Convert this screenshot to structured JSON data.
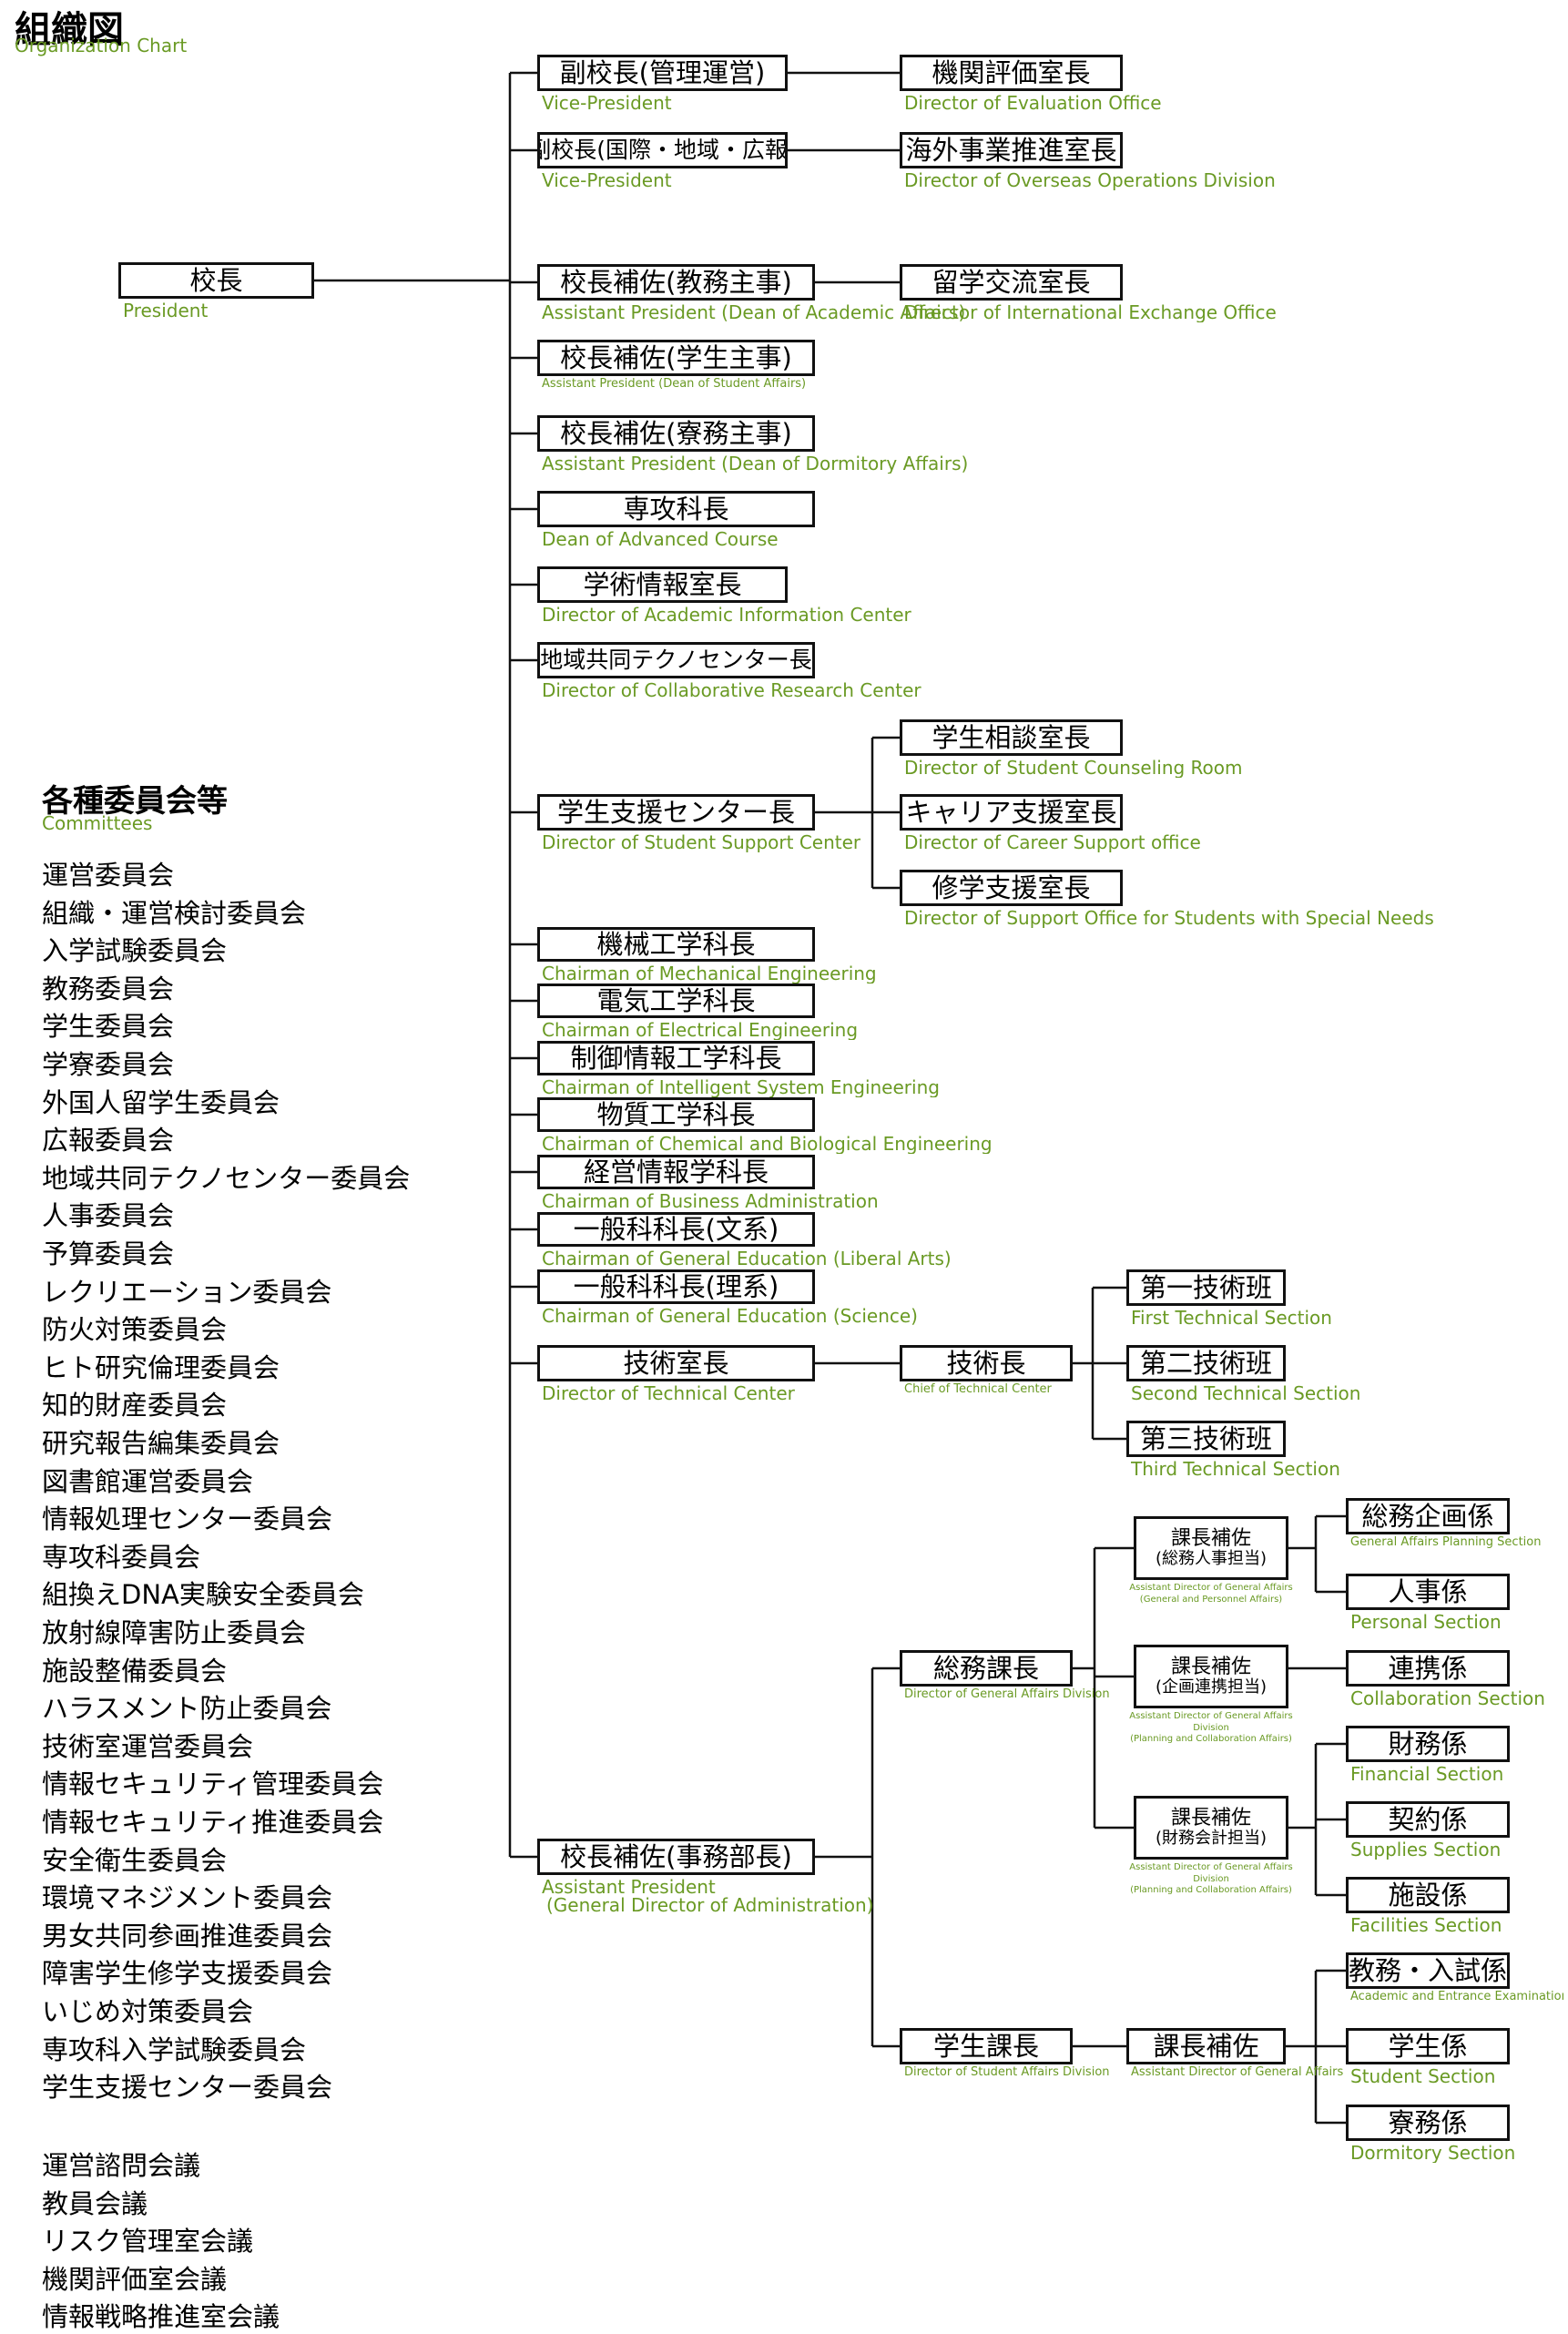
{
  "title": "組織図",
  "title_en": "Organization Chart",
  "nodes": {
    "president": {
      "ja": "校長",
      "en": "President"
    },
    "vp1": {
      "ja": "副校長(管理運営)",
      "en": "Vice-President"
    },
    "vp2": {
      "ja": "副校長(国際・地域・広報)",
      "en": "Vice-President"
    },
    "ap_academic": {
      "ja": "校長補佐(教務主事)",
      "en": "Assistant President (Dean of Academic Affairs)"
    },
    "ap_student": {
      "ja": "校長補佐(学生主事)",
      "en": "Assistant President (Dean of Student Affairs)"
    },
    "ap_dorm": {
      "ja": "校長補佐(寮務主事)",
      "en": "Assistant President (Dean of Dormitory Affairs)"
    },
    "adv_course": {
      "ja": "専攻科長",
      "en": "Dean of Advanced Course"
    },
    "acad_info": {
      "ja": "学術情報室長",
      "en": "Director of Academic Information Center"
    },
    "collab": {
      "ja": "地域共同テクノセンター長",
      "en": "Director of Collaborative Research Center"
    },
    "ssc": {
      "ja": "学生支援センター長",
      "en": "Director of Student Support Center"
    },
    "mech": {
      "ja": "機械工学科長",
      "en": "Chairman of Mechanical Engineering"
    },
    "elec": {
      "ja": "電気工学科長",
      "en": "Chairman of Electrical Engineering"
    },
    "ctrl": {
      "ja": "制御情報工学科長",
      "en": "Chairman of Intelligent System Engineering"
    },
    "chem": {
      "ja": "物質工学科長",
      "en": "Chairman of Chemical and Biological Engineering"
    },
    "biz": {
      "ja": "経営情報学科長",
      "en": "Chairman of Business Administration"
    },
    "gen_lib": {
      "ja": "一般科科長(文系)",
      "en": "Chairman of General Education (Liberal Arts)"
    },
    "gen_sci": {
      "ja": "一般科科長(理系)",
      "en": "Chairman of General Education (Science)"
    },
    "tech_center": {
      "ja": "技術室長",
      "en": "Director of Technical Center"
    },
    "ap_admin": {
      "ja": "校長補佐(事務部長)",
      "en": "Assistant President",
      "en2": "(General Director of Administration)"
    },
    "eval": {
      "ja": "機関評価室長",
      "en": "Director of Evaluation Office"
    },
    "overseas": {
      "ja": "海外事業推進室長",
      "en": "Director of Overseas Operations Division"
    },
    "intl": {
      "ja": "留学交流室長",
      "en": "Director of International Exchange Office"
    },
    "counsel": {
      "ja": "学生相談室長",
      "en": "Director of  Student Counseling Room"
    },
    "career": {
      "ja": "キャリア支援室長",
      "en": "Director of Career Support office"
    },
    "special": {
      "ja": "修学支援室長",
      "en": "Director of Support Office for Students with Special Needs"
    },
    "tech_chief": {
      "ja": "技術長",
      "en": "Chief of Technical Center"
    },
    "ts1": {
      "ja": "第一技術班",
      "en": "First Technical Section"
    },
    "ts2": {
      "ja": "第二技術班",
      "en": "Second Technical Section"
    },
    "ts3": {
      "ja": "第三技術班",
      "en": "Third Technical Section"
    },
    "ga_div": {
      "ja": "総務課長",
      "en": "Director of General Affairs Division"
    },
    "sa_div": {
      "ja": "学生課長",
      "en": "Director of  Student Affairs Division"
    },
    "ad_personnel": {
      "ja": "課長補佐",
      "ja2": "(総務人事担当)",
      "en": "Assistant Director of General Affairs",
      "en2": "(General and Personnel Affairs)"
    },
    "ad_planning": {
      "ja": "課長補佐",
      "ja2": "(企画連携担当)",
      "en": "Assistant Director of General Affairs Division",
      "en2": "(Planning and Collaboration Affairs)"
    },
    "ad_finance": {
      "ja": "課長補佐",
      "ja2": "(財務会計担当)",
      "en": "Assistant Director of General Affairs Division",
      "en2": "(Planning and Collaboration Affairs)"
    },
    "ad_student": {
      "ja": "課長補佐",
      "en": "Assistant Director of General Affairs"
    },
    "sec_gaplan": {
      "ja": "総務企画係",
      "en": "General Affairs Planning Section"
    },
    "sec_personal": {
      "ja": "人事係",
      "en": "Personal Section"
    },
    "sec_collab": {
      "ja": "連携係",
      "en": "Collaboration Section"
    },
    "sec_fin": {
      "ja": "財務係",
      "en": "Financial Section"
    },
    "sec_supply": {
      "ja": "契約係",
      "en": "Supplies Section"
    },
    "sec_fac": {
      "ja": "施設係",
      "en": "Facilities Section"
    },
    "sec_exam": {
      "ja": "教務・入試係",
      "en": "Academic and Entrance Examination Section"
    },
    "sec_student": {
      "ja": "学生係",
      "en": "Student Section"
    },
    "sec_dorm": {
      "ja": "寮務係",
      "en": "Dormitory Section"
    }
  },
  "committees": {
    "heading": "各種委員会等",
    "heading_en": "Committees",
    "items": [
      "運営委員会",
      "組織・運営検討委員会",
      "入学試験委員会",
      "教務委員会",
      "学生委員会",
      "学寮委員会",
      "外国人留学生委員会",
      "広報委員会",
      "地域共同テクノセンター委員会",
      "人事委員会",
      "予算委員会",
      "レクリエーション委員会",
      "防火対策委員会",
      "ヒト研究倫理委員会",
      "知的財産委員会",
      "研究報告編集委員会",
      "図書館運営委員会",
      "情報処理センター委員会",
      "専攻科委員会",
      "組換えDNA実験安全委員会",
      "放射線障害防止委員会",
      "施設整備委員会",
      "ハラスメント防止委員会",
      "技術室運営委員会",
      "情報セキュリティ管理委員会",
      "情報セキュリティ推進委員会",
      "安全衛生委員会",
      "環境マネジメント委員会",
      "男女共同参画推進委員会",
      "障害学生修学支援委員会",
      "いじめ対策委員会",
      "専攻科入学試験委員会",
      "学生支援センター委員会"
    ],
    "councils": [
      "運営諮問会議",
      "教員会議",
      "リスク管理室会議",
      "機関評価室会議",
      "情報戦略推進室会議"
    ]
  }
}
